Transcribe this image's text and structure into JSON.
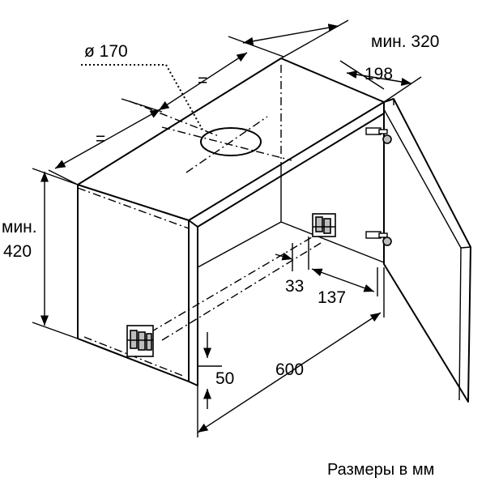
{
  "dimensions": {
    "min_depth": "мин. 320",
    "depth_198": "198",
    "duct_diameter": "ø 170",
    "equal_back": "=",
    "equal_side": "=",
    "min_height": "мин.",
    "height_420": "420",
    "offset_33": "33",
    "offset_137": "137",
    "width_600": "600",
    "bottom_50": "50"
  },
  "caption": "Размеры в мм"
}
